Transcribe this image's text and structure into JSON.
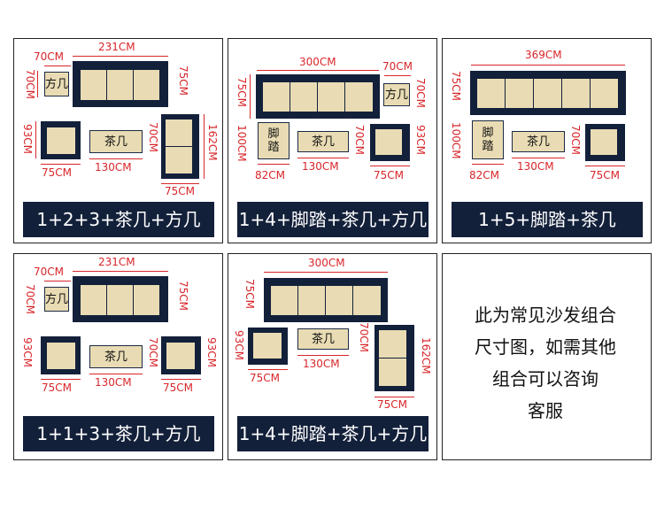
{
  "layouts": [
    {
      "title": "1+2+3+茶几+方几",
      "dims": {
        "sofa3_w": "231CM",
        "square_w": "70CM",
        "square_h": "70CM",
        "sofa3_h": "75CM",
        "chair_h": "93CM",
        "chair_w": "75CM",
        "table_w": "130CM",
        "table_h": "70CM",
        "sofa2_h": "162CM",
        "sofa2_w": "75CM"
      },
      "labels": {
        "square": "方几",
        "table": "茶几"
      }
    },
    {
      "title": "1+4+脚踏+茶几+方几",
      "dims": {
        "sofa4_w": "300CM",
        "sofa4_h": "75CM",
        "square_w": "70CM",
        "square_h": "70CM",
        "ottoman_h": "100CM",
        "ottoman_w": "82CM",
        "table_w": "130CM",
        "table_h": "70CM",
        "chair_h": "93CM",
        "chair_w": "75CM"
      },
      "labels": {
        "square": "方几",
        "ottoman": "脚\n踏",
        "table": "茶几"
      }
    },
    {
      "title": "1+5+脚踏+茶几",
      "dims": {
        "sofa5_w": "369CM",
        "sofa5_h": "75CM",
        "ottoman_h": "100CM",
        "ottoman_w": "82CM",
        "table_w": "130CM",
        "table_h": "70CM",
        "chair_w": "75CM"
      },
      "labels": {
        "ottoman": "脚\n踏",
        "table": "茶几"
      }
    },
    {
      "title": "1+1+3+茶几+方几",
      "dims": {
        "sofa3_w": "231CM",
        "square_w": "70CM",
        "square_h": "70CM",
        "sofa3_h": "75CM",
        "chairL_h": "93CM",
        "chairL_w": "75CM",
        "table_w": "130CM",
        "table_h": "70CM",
        "chairR_h": "93CM",
        "chairR_w": "75CM"
      },
      "labels": {
        "square": "方几",
        "table": "茶几"
      }
    },
    {
      "title": "1+4+脚踏+茶几+方几",
      "dims": {
        "sofa4_w": "300CM",
        "sofa4_h": "75CM",
        "chair_h": "93CM",
        "chair_w": "75CM",
        "table_w": "130CM",
        "table_h": "70CM",
        "sofa2_h": "162CM",
        "sofa2_w": "75CM"
      },
      "labels": {
        "table": "茶几"
      }
    }
  ],
  "note": {
    "line1": "此为常见沙发组合",
    "line2": "尺寸图，如需其他",
    "line3": "组合可以咨询",
    "line4": "客服"
  }
}
